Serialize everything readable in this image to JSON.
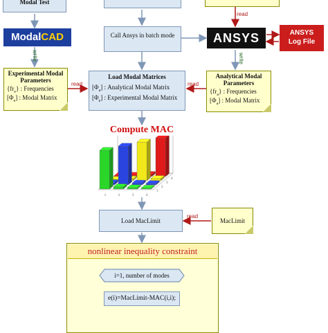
{
  "top": {
    "modal_test": "Modal Test"
  },
  "modalcad_logo": {
    "part1": "Modal",
    "part2": "CAD"
  },
  "ansys_logo": "ANSYS",
  "ansys_log": {
    "line1": "ANSYS",
    "line2": "Log File"
  },
  "call_ansys": "Call Ansys in batch mode",
  "write_left": "write",
  "write_right": "write",
  "read_top": "read",
  "read_left": "read",
  "read_right": "read",
  "read_maclimit": "read",
  "experimental": {
    "title": "Experimental Modal Parameters",
    "freq_sym": "{fr",
    "freq_sub": "e",
    "freq_label": ": Frequencies",
    "mat_sym": "[Φ",
    "mat_sub": "e",
    "mat_label": ": Modal Matrix"
  },
  "analytical": {
    "title": "Analytical Modal Parameters",
    "freq_sym": "{fr",
    "freq_sub": "a",
    "freq_label": ": Frequencies",
    "mat_sym": "[Φ",
    "mat_sub": "a",
    "mat_label": ": Modal Matrix"
  },
  "load_matrices": {
    "title": "Load Modal Matrices",
    "row1_sym": "[Φ",
    "row1_sub": "a",
    "row1_label": ": Analytical Modal Matrix",
    "row2_sym": "[Φ",
    "row2_sub": "e",
    "row2_label": ": Experimental Modal Matrix"
  },
  "compute_mac": "Compute MAC",
  "load_maclimit": "Load MacLimit",
  "maclimit": "MacLimit",
  "nonlinear": "nonlinear inequality constraint",
  "loop_init": "i=1, number of modes",
  "loop_expr": "e(i)=MacLimit-MAC(i,i);",
  "chart_data": {
    "type": "bar",
    "categories": [
      "1",
      "2",
      "3",
      "4"
    ],
    "series": [
      {
        "values": [
          0.9,
          0.05,
          0.03,
          0.02
        ],
        "color": "#2bd62b"
      },
      {
        "values": [
          0.05,
          0.9,
          0.04,
          0.03
        ],
        "color": "#2a44e0"
      },
      {
        "values": [
          0.03,
          0.04,
          0.9,
          0.05
        ],
        "color": "#f0e81a"
      },
      {
        "values": [
          0.02,
          0.03,
          0.05,
          0.9
        ],
        "color": "#e01a1a"
      }
    ],
    "ylim": [
      0,
      1
    ]
  }
}
